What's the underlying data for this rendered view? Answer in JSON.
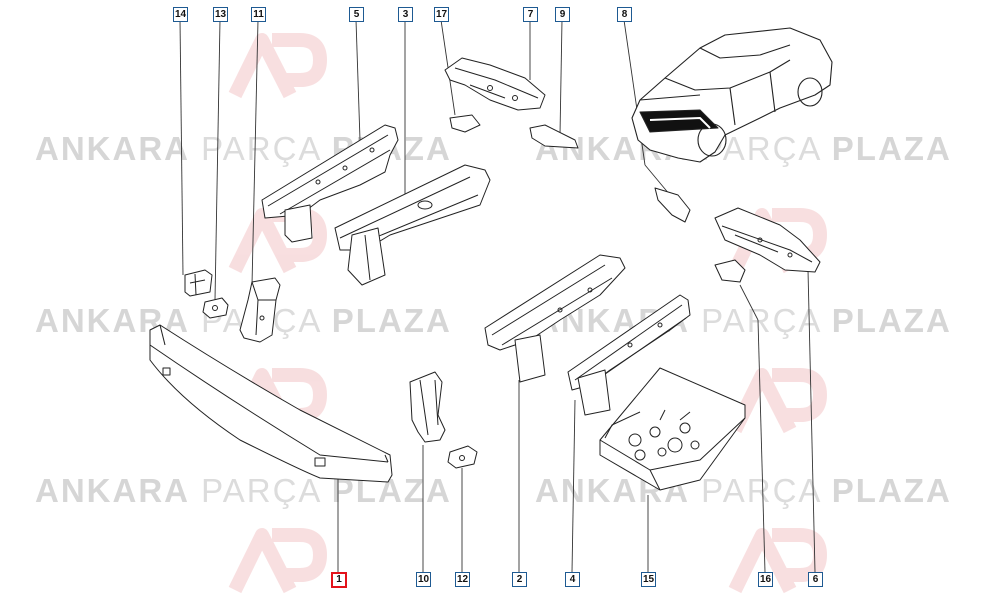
{
  "watermark": {
    "brand_bold": "ANKARA",
    "brand_thin": "PARÇA",
    "brand_bold2": "PLAZA",
    "logo_letters": "AP"
  },
  "callouts": [
    {
      "id": "14",
      "label": "14"
    },
    {
      "id": "13",
      "label": "13"
    },
    {
      "id": "11",
      "label": "11"
    },
    {
      "id": "5",
      "label": "5"
    },
    {
      "id": "3",
      "label": "3"
    },
    {
      "id": "17",
      "label": "17"
    },
    {
      "id": "7",
      "label": "7"
    },
    {
      "id": "9",
      "label": "9"
    },
    {
      "id": "8",
      "label": "8"
    },
    {
      "id": "1",
      "label": "1",
      "selected": true
    },
    {
      "id": "10",
      "label": "10"
    },
    {
      "id": "12",
      "label": "12"
    },
    {
      "id": "2",
      "label": "2"
    },
    {
      "id": "4",
      "label": "4"
    },
    {
      "id": "15",
      "label": "15"
    },
    {
      "id": "16",
      "label": "16"
    },
    {
      "id": "6",
      "label": "6"
    }
  ],
  "colors": {
    "callout_border": "#1e5a92",
    "selected_border": "#e3131b",
    "line": "#222222",
    "watermark": "#d6d6d6",
    "logo_red": "#f2c4c6"
  }
}
